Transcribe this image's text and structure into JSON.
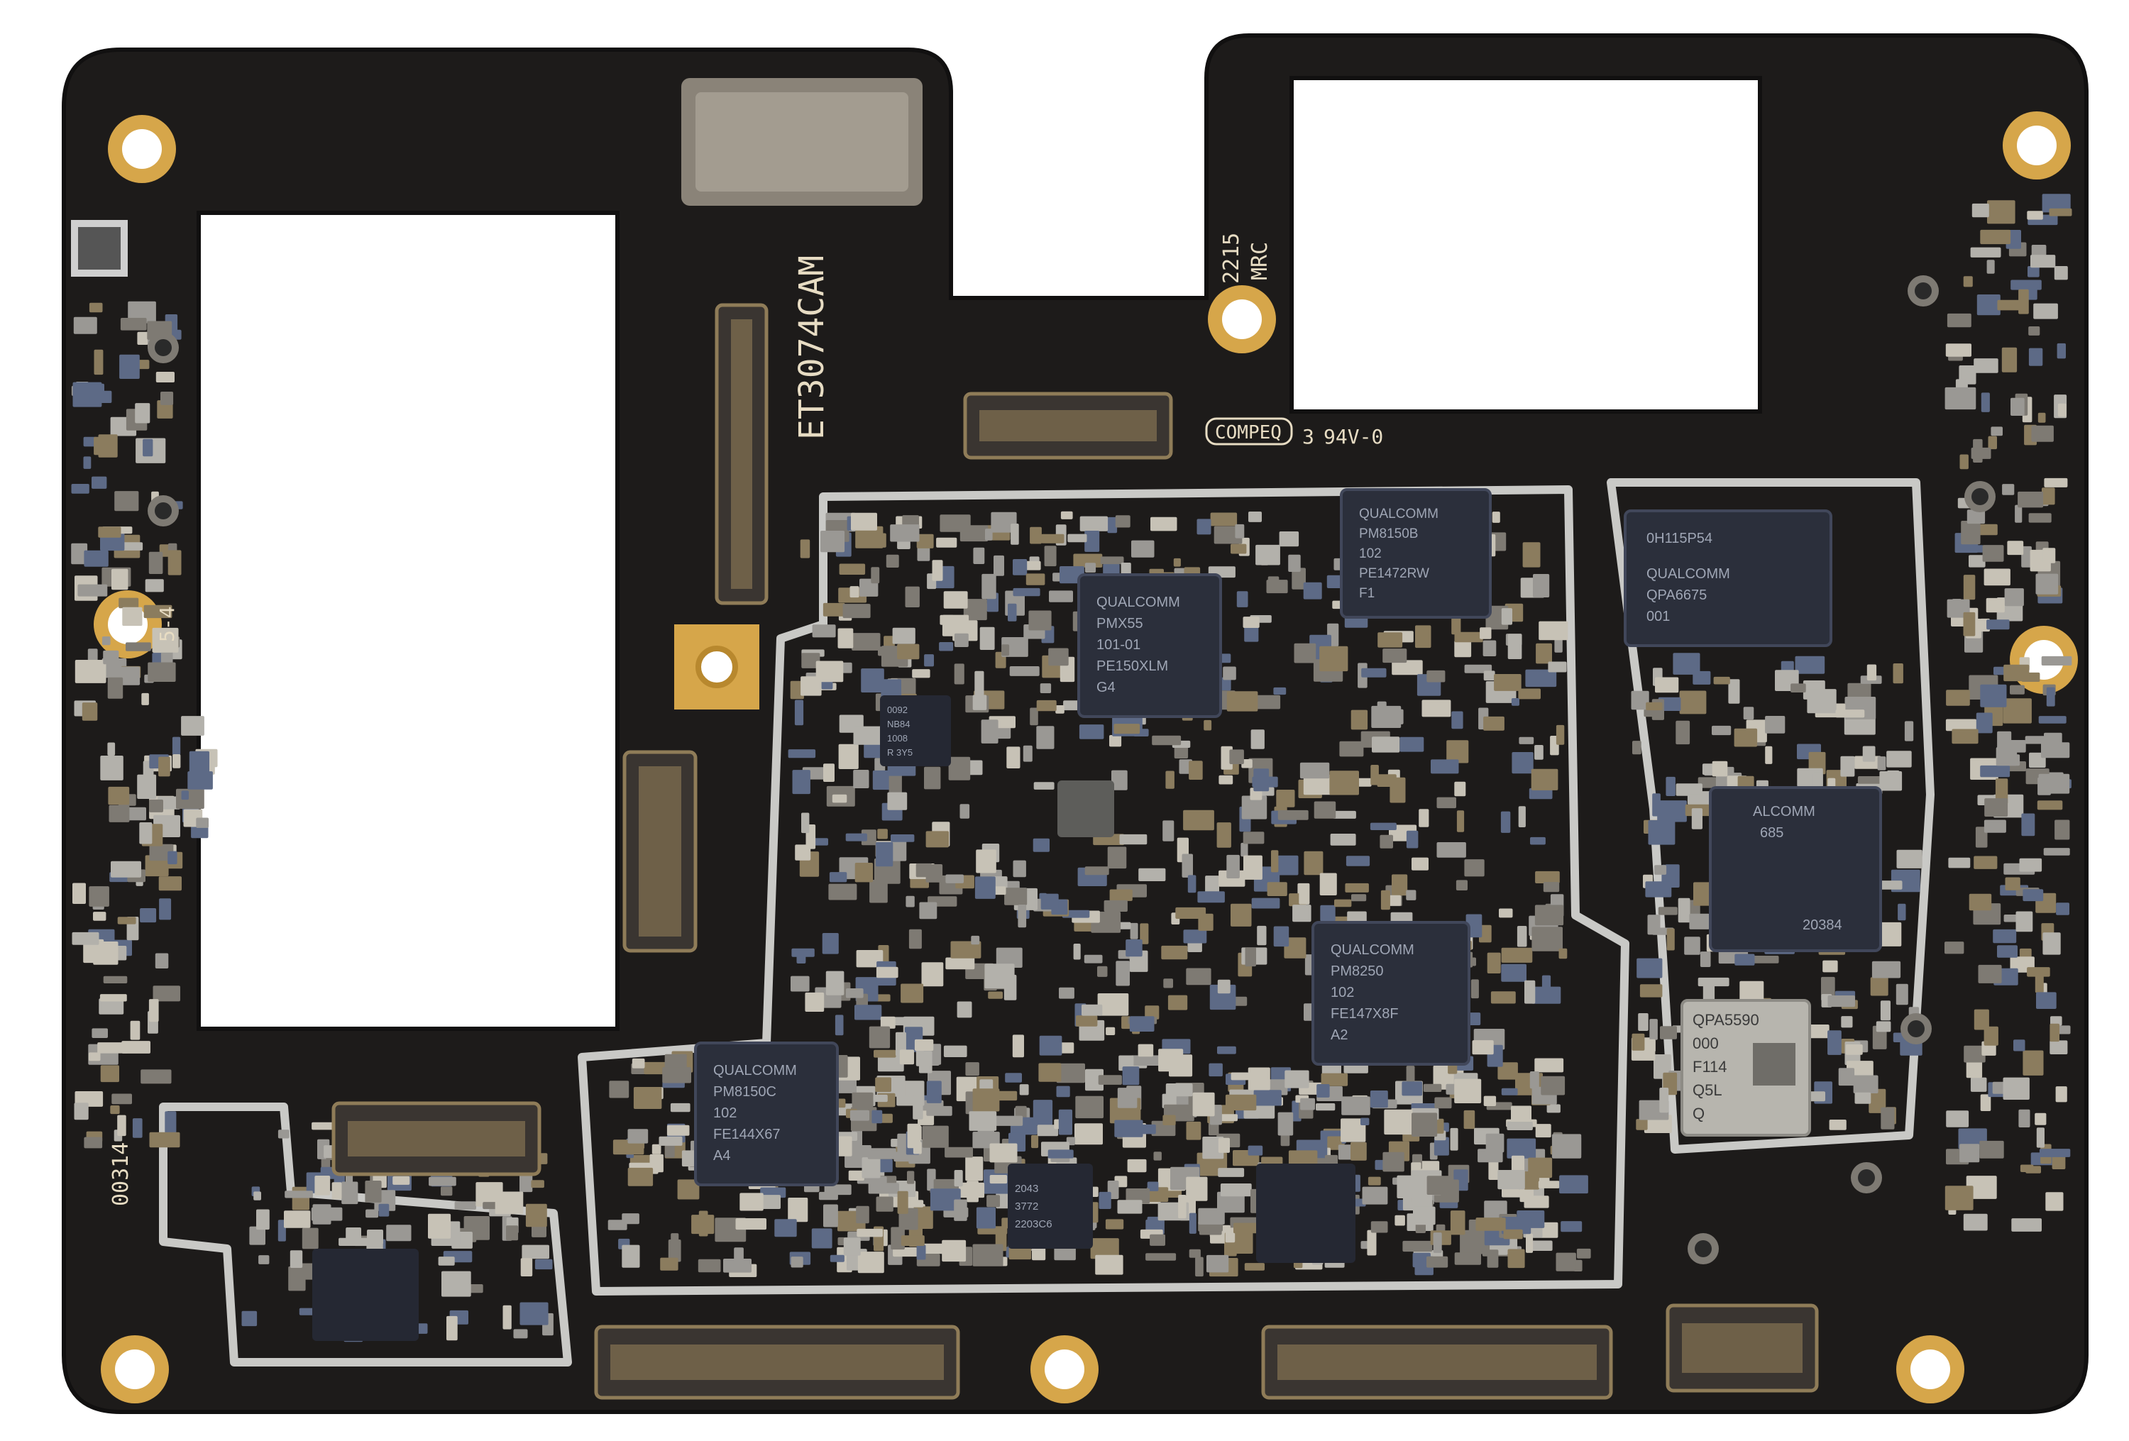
{
  "colors": {
    "pcb": "#1d1b1a",
    "pcb_edge": "#111010",
    "gold": "#d6a64a",
    "shield": "#c9c9c6",
    "chip": "#2b2f3b",
    "passive": "#9a9894",
    "silkscreen": "#e7dcc3"
  },
  "board": {
    "silkscreen": {
      "part_number": "ET3074CAM",
      "date_code": "2215",
      "mrc": "MRC",
      "vendor": "COMPEQ",
      "ul_rating": "94V-0",
      "left_code": "5-4",
      "bottom_left_code": "00314",
      "mark_3": "3"
    }
  },
  "chips": [
    {
      "id": "pmx55",
      "lines": [
        "QUALCOMM",
        "PMX55",
        "101-01",
        "PE150XLM",
        "G4"
      ]
    },
    {
      "id": "pm8150b",
      "lines": [
        "QUALCOMM",
        "PM8150B",
        "102",
        "PE1472RW",
        "F1"
      ]
    },
    {
      "id": "pm8150c",
      "lines": [
        "QUALCOMM",
        "PM8150C",
        "102",
        "FE144X67",
        "A4"
      ]
    },
    {
      "id": "pm8250",
      "lines": [
        "QUALCOMM",
        "PM8250",
        "102",
        "FE147X8F",
        "A2"
      ]
    },
    {
      "id": "qpa6675",
      "lines": [
        "0H115P54",
        "QUALCOMM",
        "QPA6675",
        "001"
      ]
    },
    {
      "id": "qpm685",
      "lines": [
        "ALCOMM",
        "685",
        "20384"
      ]
    },
    {
      "id": "qpa5590",
      "lines": [
        "QPA5590",
        "000",
        "F114",
        "Q5L",
        "Q"
      ]
    },
    {
      "id": "small-ic-1",
      "lines": [
        "0092",
        "NB84",
        "1008",
        "R 3Y5"
      ]
    },
    {
      "id": "small-ic-2",
      "lines": [
        "2043",
        "3772",
        "2203C6"
      ]
    }
  ]
}
